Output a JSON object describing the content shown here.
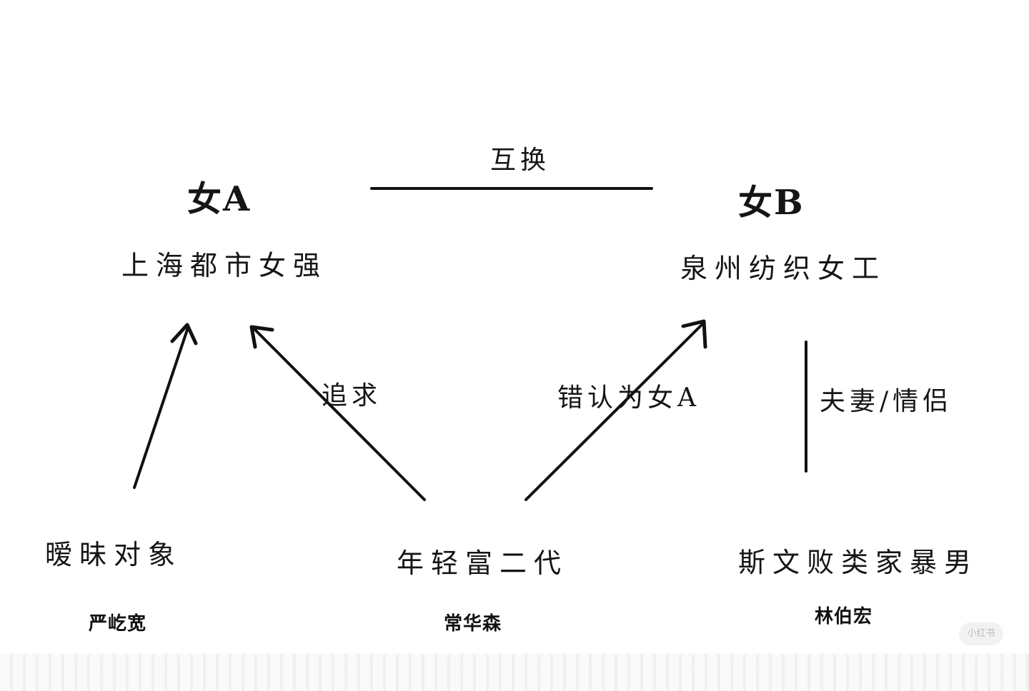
{
  "nodes": {
    "woman_a": {
      "title": "女A",
      "desc": "上海都市女强"
    },
    "woman_b": {
      "title": "女B",
      "desc": "泉州纺织女工"
    },
    "ambiguous": {
      "role": "暧昧对象",
      "name": "严屹宽"
    },
    "rich_heir": {
      "role": "年轻富二代",
      "name": "常华森"
    },
    "abusive_man": {
      "role": "斯文败类家暴男",
      "name": "林伯宏"
    }
  },
  "edges": {
    "swap": "互换",
    "pursue": "追求",
    "mistake": "错认为女A",
    "couple": "夫妻/情侣"
  },
  "watermark": "小红书",
  "colors": {
    "ink": "#111111",
    "background": "#ffffff"
  }
}
